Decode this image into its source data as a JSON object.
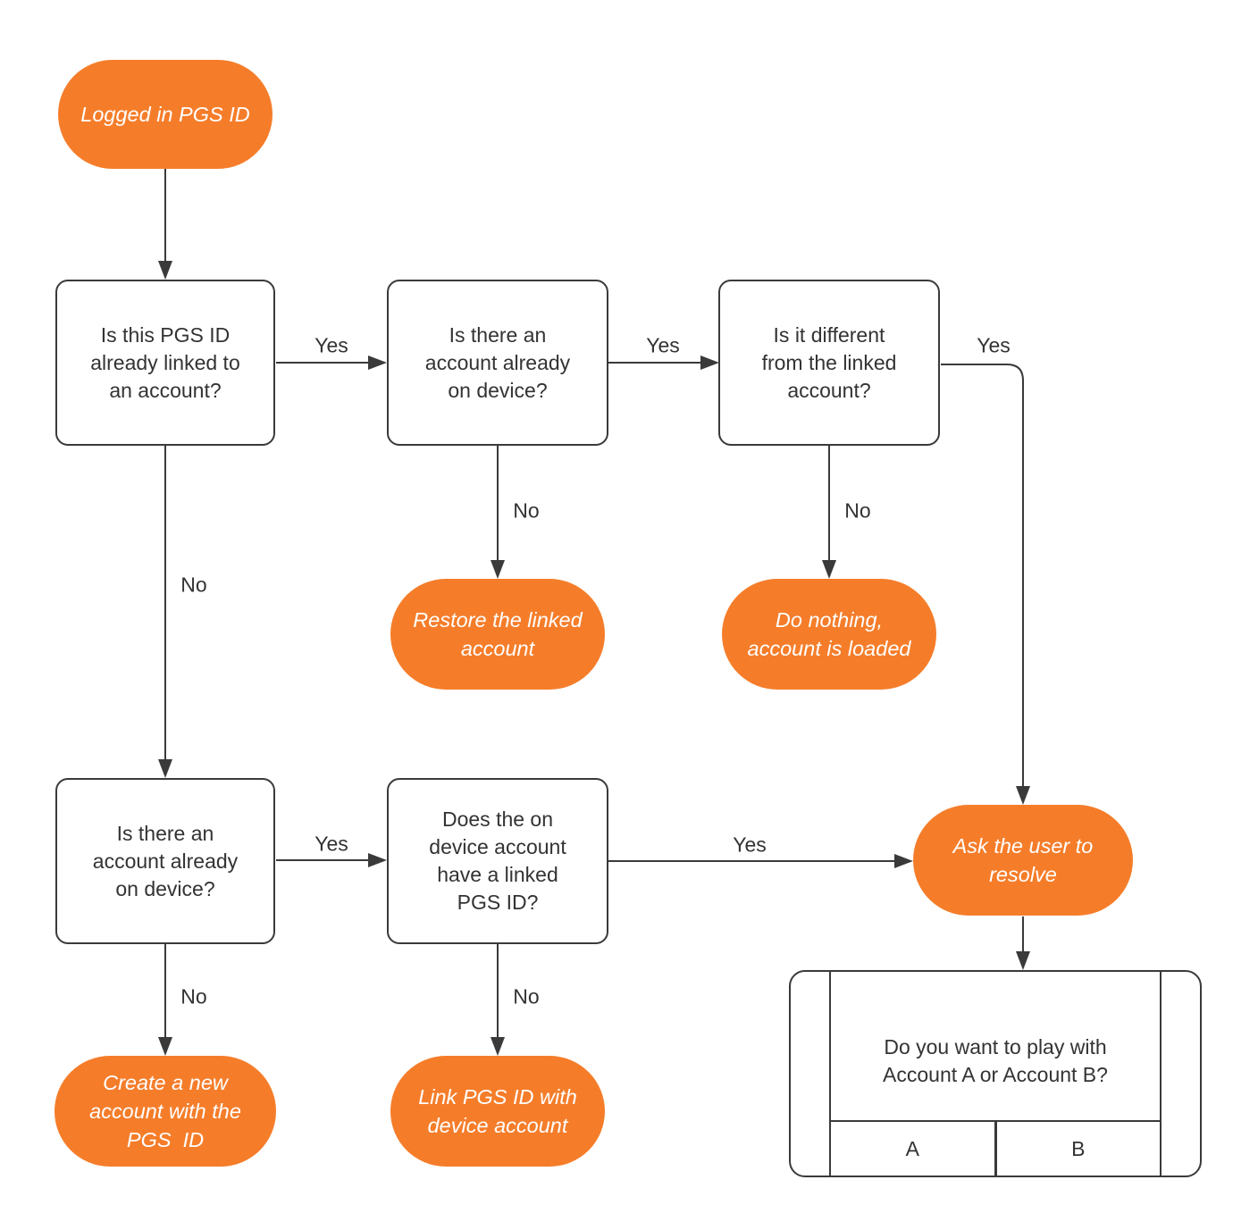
{
  "diagram": {
    "colors": {
      "accent_orange": "#f57d2a",
      "line": "#3a3a3a",
      "text": "#333333"
    },
    "nodes": {
      "start": {
        "label": "Logged in PGS ID"
      },
      "q_linked": {
        "label": "Is this PGS ID\nalready linked to\nan account?"
      },
      "q_device_top": {
        "label": "Is there an\naccount already\non device?"
      },
      "q_different": {
        "label": "Is it different\nfrom the linked\naccount?"
      },
      "restore": {
        "label": "Restore the linked\naccount"
      },
      "do_nothing": {
        "label": "Do nothing,\naccount is loaded"
      },
      "q_device_bottom": {
        "label": "Is there an\naccount already\non device?"
      },
      "q_pgs_linked": {
        "label": "Does the on\ndevice account\nhave a linked\nPGS ID?"
      },
      "ask_resolve": {
        "label": "Ask the user to\nresolve"
      },
      "create_new": {
        "label": "Create a new\naccount with the\nPGS  ID"
      },
      "link_pgs": {
        "label": "Link PGS ID with\ndevice account"
      },
      "dialog": {
        "question": "Do you want to play with\nAccount A or Account B?",
        "buttons": [
          "A",
          "B"
        ]
      }
    },
    "edge_labels": {
      "linked_yes": "Yes",
      "device_top_yes": "Yes",
      "different_yes": "Yes",
      "device_bottom_yes": "Yes",
      "pgs_linked_yes": "Yes",
      "device_top_no": "No",
      "different_no": "No",
      "linked_no": "No",
      "device_bottom_no": "No",
      "pgs_linked_no": "No"
    }
  }
}
